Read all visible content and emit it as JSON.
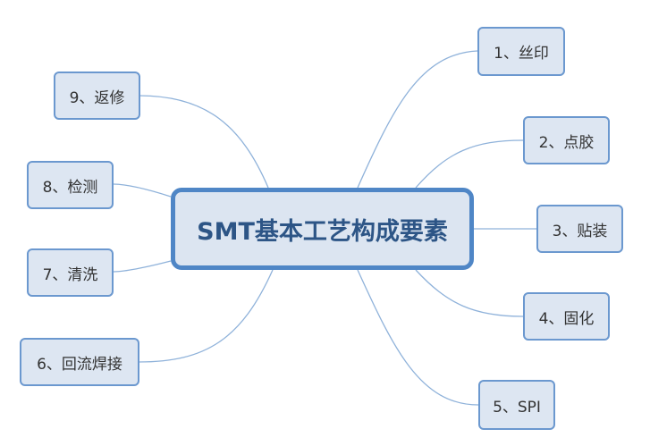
{
  "central_topic": "SMT基本工艺构成要素",
  "colors": {
    "line": "#8fb2da",
    "node_fill": "#dde6f2",
    "node_border": "#6b98cf",
    "center_border": "#4f86c6",
    "center_text": "#2d5586"
  },
  "topics": [
    "1、丝印",
    "2、点胶",
    "3、贴装",
    "4、固化",
    "5、SPI",
    "6、回流焊接",
    "7、清洗",
    "8、检测",
    "9、返修"
  ]
}
